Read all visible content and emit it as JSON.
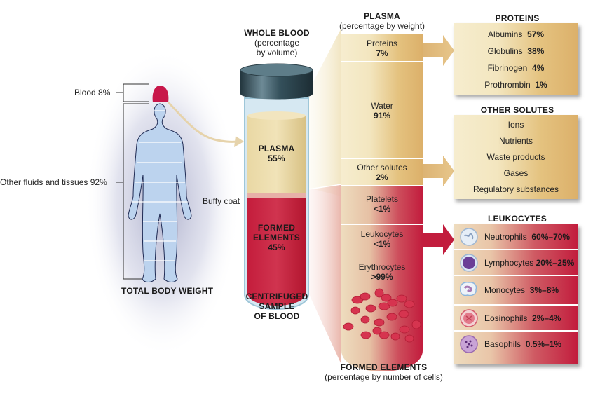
{
  "figure": {
    "body": {
      "blood_label": "Blood 8%",
      "other_label": "Other fluids and tissues 92%",
      "title": "TOTAL BODY WEIGHT",
      "blood_percent": 8,
      "other_percent": 92
    },
    "tube": {
      "title": "WHOLE BLOOD",
      "subtitle_line1": "(percentage",
      "subtitle_line2": "by volume)",
      "plasma_label": "PLASMA",
      "plasma_value": "55%",
      "formed_label_line1": "FORMED",
      "formed_label_line2": "ELEMENTS",
      "formed_value": "45%",
      "buffy_coat_label": "Buffy coat",
      "caption_line1": "CENTRIFUGED",
      "caption_line2": "SAMPLE",
      "caption_line3": "OF BLOOD"
    },
    "plasma_column": {
      "title": "PLASMA",
      "subtitle": "(percentage by weight)",
      "segments": [
        {
          "name": "Proteins",
          "value": "7%"
        },
        {
          "name": "Water",
          "value": "91%"
        },
        {
          "name": "Other solutes",
          "value": "2%"
        }
      ]
    },
    "formed_column": {
      "segments": [
        {
          "name": "Platelets",
          "value": "<1%"
        },
        {
          "name": "Leukocytes",
          "value": "<1%"
        },
        {
          "name": "Erythrocytes",
          "value": ">99%"
        }
      ],
      "title": "FORMED ELEMENTS",
      "subtitle": "(percentage by number of cells)"
    },
    "proteins_box": {
      "title": "PROTEINS",
      "items": [
        {
          "name": "Albumins",
          "value": "57%"
        },
        {
          "name": "Globulins",
          "value": "38%"
        },
        {
          "name": "Fibrinogen",
          "value": "4%"
        },
        {
          "name": "Prothrombin",
          "value": "1%"
        }
      ]
    },
    "other_solutes_box": {
      "title": "OTHER SOLUTES",
      "items": [
        "Ions",
        "Nutrients",
        "Waste products",
        "Gases",
        "Regulatory substances"
      ]
    },
    "leukocytes_box": {
      "title": "LEUKOCYTES",
      "items": [
        {
          "name": "Neutrophils",
          "value": "60%–70%",
          "icon": "neutrophil-icon"
        },
        {
          "name": "Lymphocytes",
          "value": "20%–25%",
          "icon": "lymphocyte-icon"
        },
        {
          "name": "Monocytes",
          "value": "3%–8%",
          "icon": "monocyte-icon"
        },
        {
          "name": "Eosinophils",
          "value": "2%–4%",
          "icon": "eosinophil-icon"
        },
        {
          "name": "Basophils",
          "value": "0.5%–1%",
          "icon": "basophil-icon"
        }
      ]
    },
    "colors": {
      "plasma_gold": "#e2bf7c",
      "blood_red": "#c21c3d",
      "body_blue": "#bcd3ee",
      "cap_dark": "#2f4a55"
    }
  }
}
